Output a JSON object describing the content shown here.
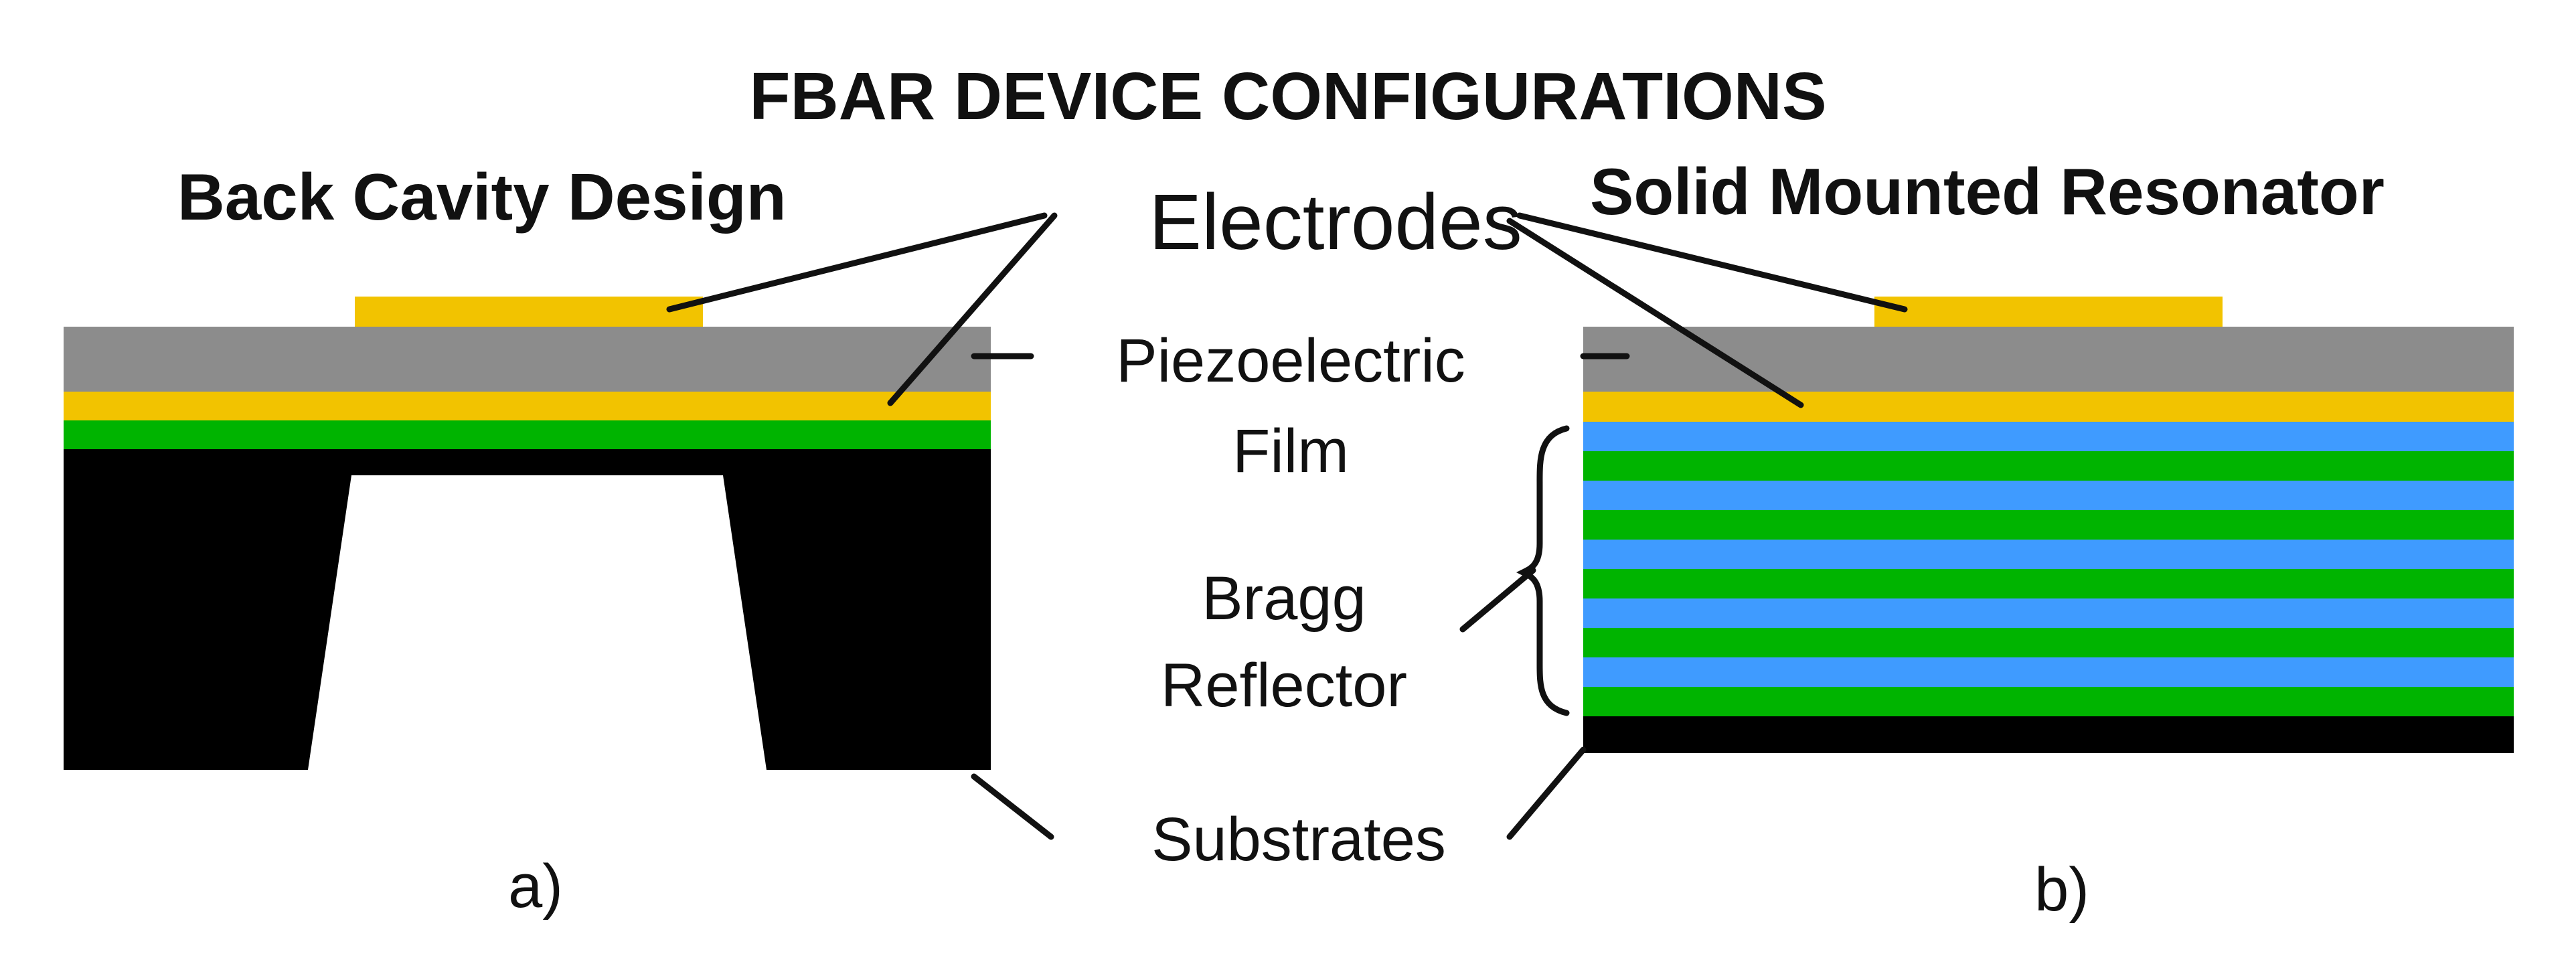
{
  "title": "FBAR DEVICE CONFIGURATIONS",
  "panel_a": {
    "heading": "Back Cavity Design",
    "caption": "a)"
  },
  "panel_b": {
    "heading": "Solid Mounted Resonator",
    "caption": "b)"
  },
  "labels": {
    "electrodes": "Electrodes",
    "piezo_line1": "Piezoelectric",
    "piezo_line2": "Film",
    "bragg_line1": "Bragg",
    "bragg_line2": "Reflector",
    "substrates": "Substrates"
  },
  "colors": {
    "electrode": "#f2c300",
    "piezoelectric": "#8c8c8c",
    "support_layer": "#00b400",
    "bragg_high": "#3f9bff",
    "bragg_low": "#00b400",
    "substrate": "#000000",
    "background": "#ffffff"
  },
  "bragg_reflector": {
    "pairs": 5,
    "top_layer": "bragg_high"
  }
}
